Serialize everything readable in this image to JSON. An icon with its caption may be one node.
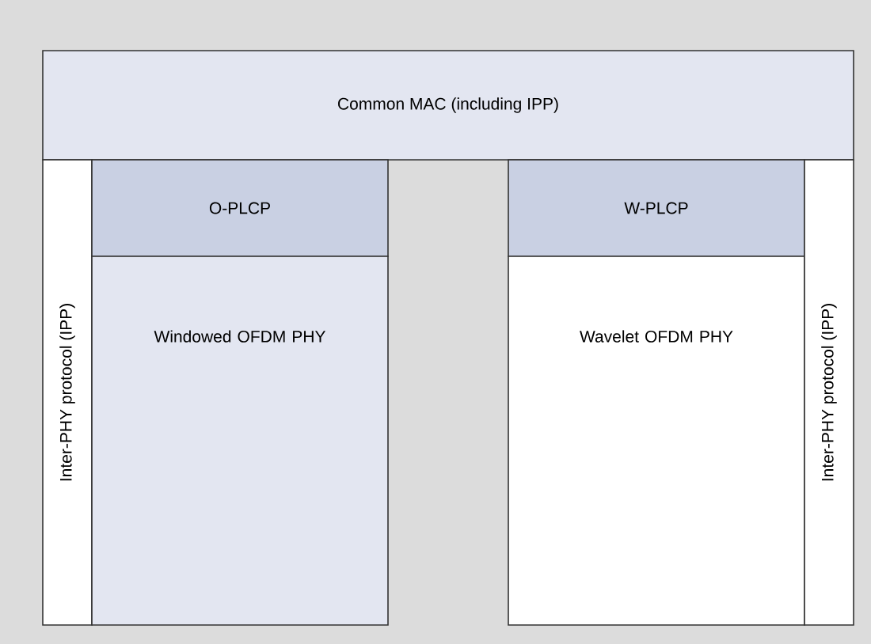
{
  "diagram": {
    "nodes": [
      {
        "text": [
          "Common MAC (including IPP)"
        ]
      },
      {
        "text": [
          "Inter-PHY protocol (IPP)"
        ]
      },
      {
        "text": [
          "O-PLCP"
        ]
      },
      {
        "text": [
          "Windowed OFDM PHY"
        ]
      },
      {
        "text": [
          "W-PLCP"
        ]
      },
      {
        "text": [
          "Wavelet OFDM PHY"
        ]
      },
      {
        "text": [
          "Inter-PHY protocol (IPP)"
        ]
      }
    ]
  }
}
